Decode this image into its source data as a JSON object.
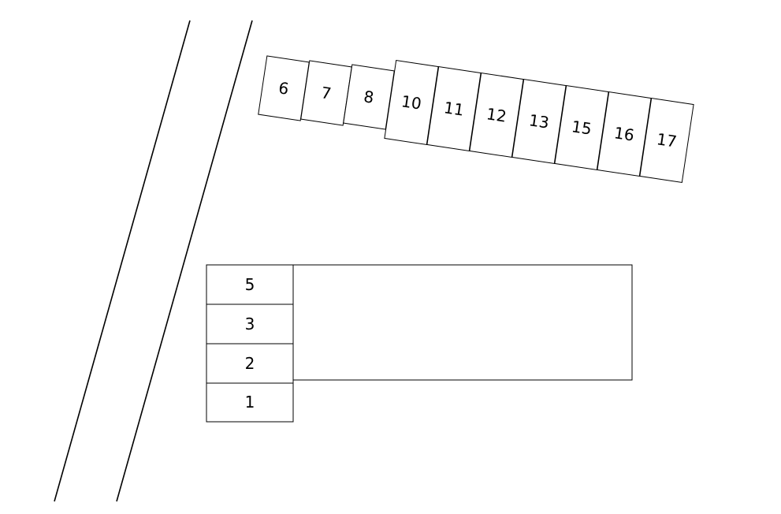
{
  "diagram": {
    "description_free": true,
    "colors": {
      "line": "#000000",
      "background": "#ffffff"
    },
    "angled_row": {
      "labels": [
        "6",
        "7",
        "8",
        "10",
        "11",
        "12",
        "13",
        "15",
        "16",
        "17"
      ]
    },
    "vertical_column": {
      "labels": [
        "5",
        "3",
        "2",
        "1"
      ]
    }
  }
}
